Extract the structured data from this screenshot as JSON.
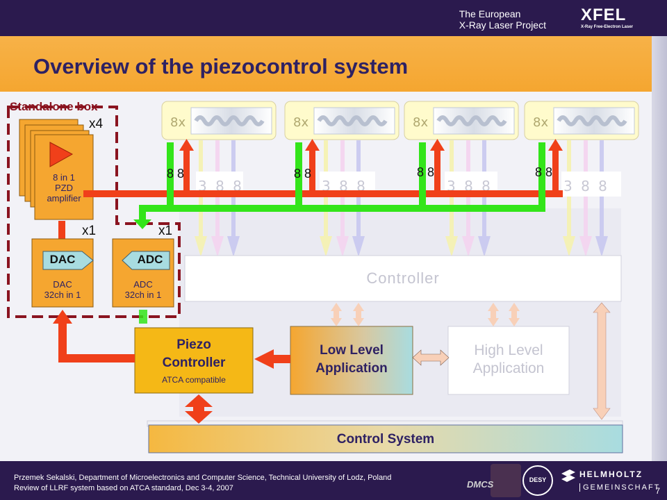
{
  "header": {
    "org_line1": "The European",
    "org_line2": "X-Ray Laser Project",
    "logo": "XFEL",
    "logo_sub": "X-Ray Free-Electron Laser"
  },
  "title": "Overview of the piezocontrol system",
  "standalone_label": "Standalone box",
  "amp": {
    "count": "x4",
    "line1": "8 in 1",
    "line2": "PZD",
    "line3": "amplifier"
  },
  "dac": {
    "count": "x1",
    "badge": "DAC",
    "line1": "DAC",
    "line2": "32ch in 1"
  },
  "adc": {
    "count": "x1",
    "badge": "ADC",
    "line1": "ADC",
    "line2": "32ch in 1"
  },
  "cryo_label": "8x",
  "bus_digits": [
    "8",
    "8"
  ],
  "faded_digits": "3 8 8",
  "controller": "Controller",
  "piezo": {
    "line1": "Piezo",
    "line2": "Controller",
    "sub": "ATCA compatible"
  },
  "llapp": {
    "line1": "Low Level",
    "line2": "Application"
  },
  "hlapp": {
    "line1": "High Level",
    "line2": "Application"
  },
  "control_system": "Control System",
  "footer": {
    "line1": "Przemek Sekalski, Department of Microelectronics and Computer Science, Technical University of Lodz, Poland",
    "line2": "Review of LLRF system based on ATCA standard, Dec 3-4, 2007",
    "page": "7",
    "logo_doocs": "DMCS",
    "logo_desy": "DESY",
    "logo_helmholtz1": "HELMHOLTZ",
    "logo_helmholtz2": "GEMEINSCHAFT"
  },
  "colors": {
    "red": "#f0401a",
    "green": "#33e51a",
    "orange": "#f5a630",
    "navy": "#2e2163"
  }
}
